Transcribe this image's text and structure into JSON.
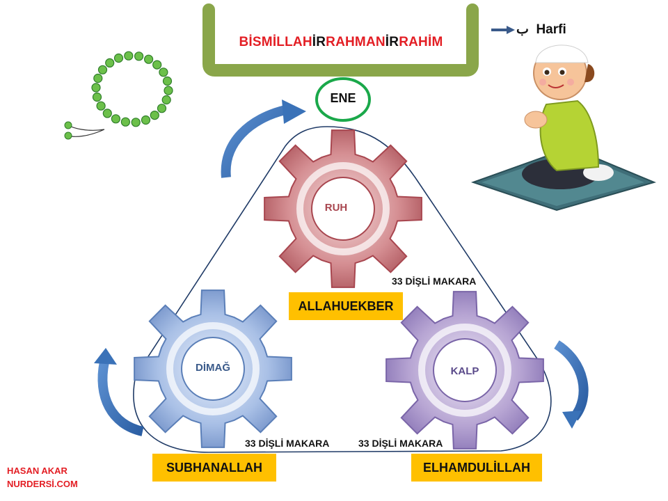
{
  "title": {
    "parts": [
      {
        "text": "BİSMİLLAH",
        "color": "#e31e24"
      },
      {
        "text": "İR",
        "color": "#111111"
      },
      {
        "text": "RAHMAN",
        "color": "#e31e24"
      },
      {
        "text": "İR",
        "color": "#111111"
      },
      {
        "text": "RAHİM",
        "color": "#e31e24"
      }
    ]
  },
  "harfi": {
    "arabic": "ب",
    "label": "Harfi"
  },
  "ene": {
    "label": "ENE"
  },
  "gears": {
    "top": {
      "label": "RUH",
      "color": "#c9747a"
    },
    "left": {
      "label": "DİMAĞ",
      "color": "#8aa8d8"
    },
    "right": {
      "label": "KALP",
      "color": "#a68fc6"
    }
  },
  "badges": {
    "top": "ALLAHUEKBER",
    "left": "SUBHANALLAH",
    "right": "ELHAMDULİLLAH"
  },
  "makara": {
    "top": "33 DİŞLİ MAKARA",
    "left": "33 DİŞLİ MAKARA",
    "right": "33 DİŞLİ MAKARA"
  },
  "credit": {
    "line1": "HASAN AKAR",
    "line2": "NURDERSİ.COM"
  },
  "colors": {
    "accent_red": "#e31e24",
    "bracket_green": "#8aa64a",
    "ene_ring": "#1aa84a",
    "badge_yellow": "#ffc000",
    "arrow_blue": "#3a72b8"
  }
}
